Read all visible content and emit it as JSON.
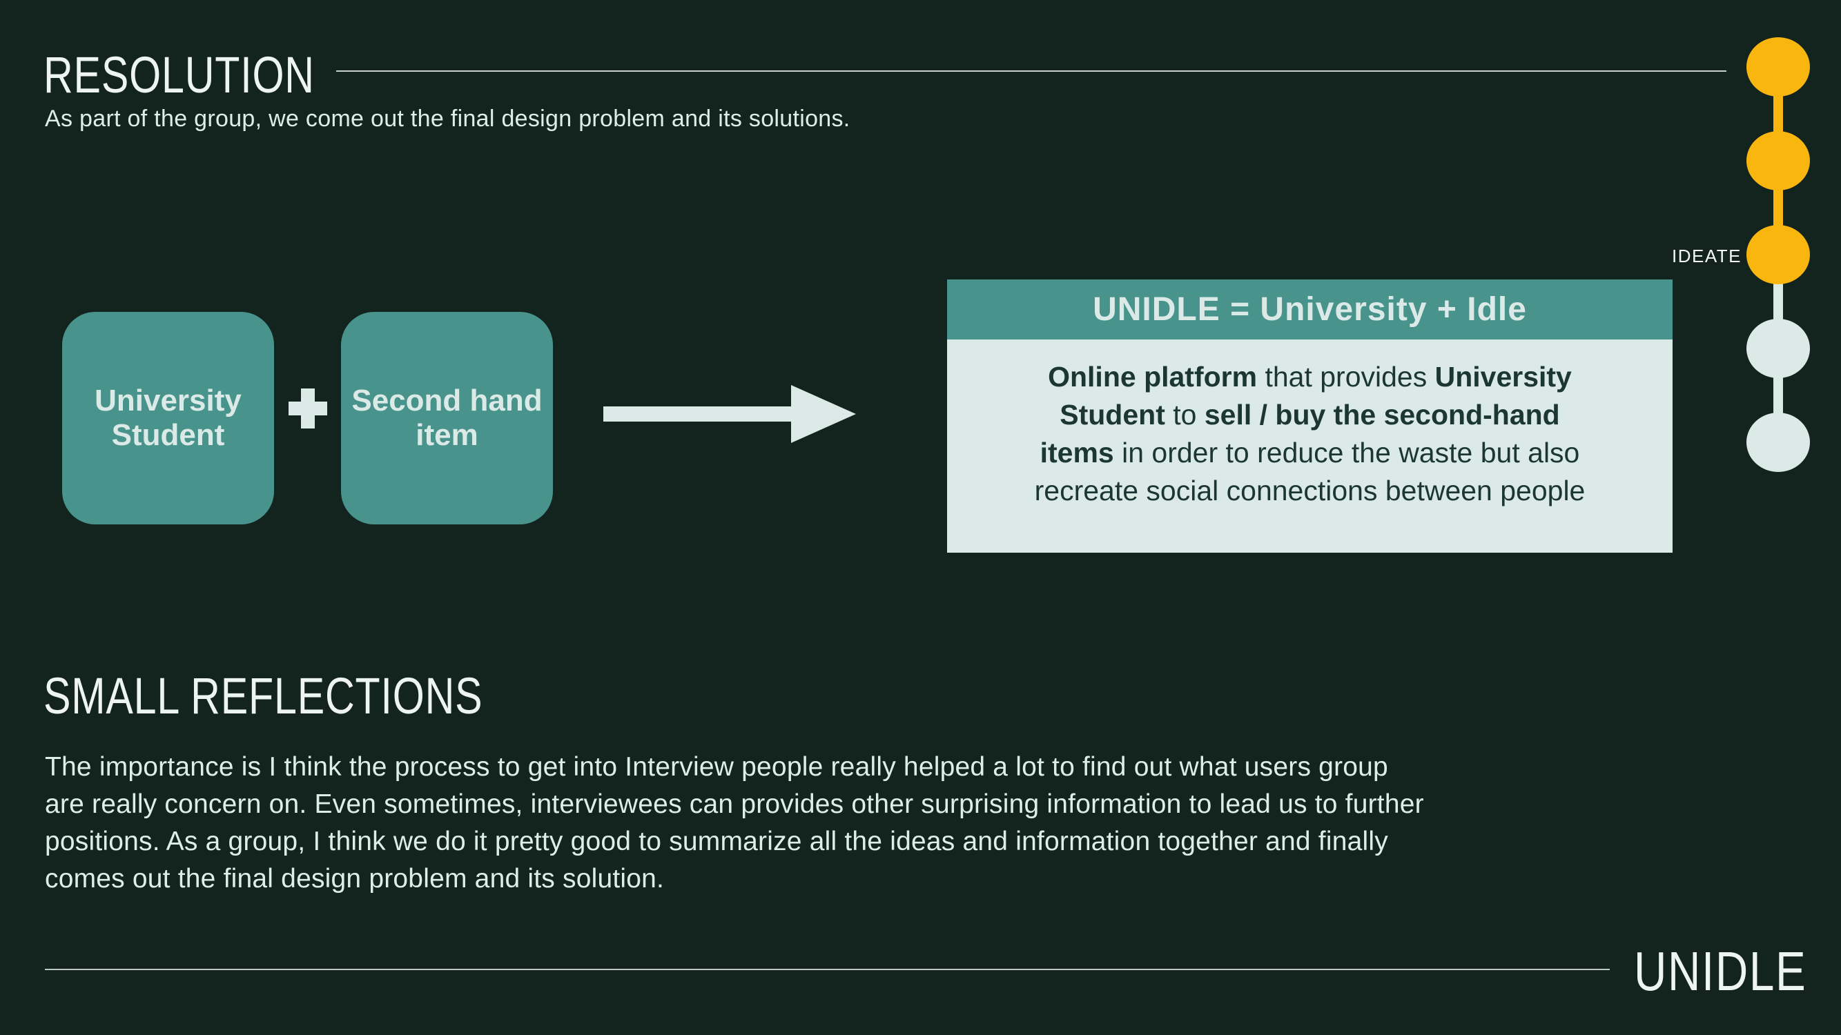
{
  "palette": {
    "background": "#13241F",
    "teal": "#48948C",
    "yellow": "#F8B60E",
    "light": "#DCEAE7",
    "dark_text": "#1C3733",
    "near_white": "#EDF4F2"
  },
  "header": {
    "title": "RESOLUTION",
    "subtitle": "As part of the group, we come out the final design problem and its solutions."
  },
  "diagram": {
    "box1_label": "University\nStudent",
    "plus_icon": "plus",
    "box2_label": "Second hand\nitem",
    "arrow_icon": "arrow-right",
    "result_header": "UNIDLE = University + Idle",
    "result_body_lines": [
      [
        {
          "t": "Online platform",
          "b": true
        },
        {
          "t": " that provides ",
          "b": false
        },
        {
          "t": "University",
          "b": true
        }
      ],
      [
        {
          "t": "Student",
          "b": true
        },
        {
          "t": " to ",
          "b": false
        },
        {
          "t": "sell / buy the second-hand",
          "b": true
        }
      ],
      [
        {
          "t": "items",
          "b": true
        },
        {
          "t": " in order to reduce the waste but also",
          "b": false
        }
      ],
      [
        {
          "t": "recreate social connections between people",
          "b": false
        }
      ]
    ]
  },
  "timeline": {
    "label": "IDEATE",
    "nodes": [
      {
        "color": "#F8B60E"
      },
      {
        "color": "#F8B60E"
      },
      {
        "color": "#F8B60E"
      },
      {
        "color": "#DCEAE7"
      },
      {
        "color": "#DCEAE7"
      }
    ]
  },
  "reflections": {
    "title": "SMALL REFLECTIONS",
    "paragraph": "The importance is I think the process to get into Interview people really helped a lot to find out what users group\nare really concern on. Even sometimes, interviewees can provides other surprising information to lead us to further\npositions. As a group, I think we do it pretty good to summarize all the ideas and information together and finally\ncomes out the final design problem and its solution."
  },
  "footer": {
    "logo": "UNIDLE"
  }
}
